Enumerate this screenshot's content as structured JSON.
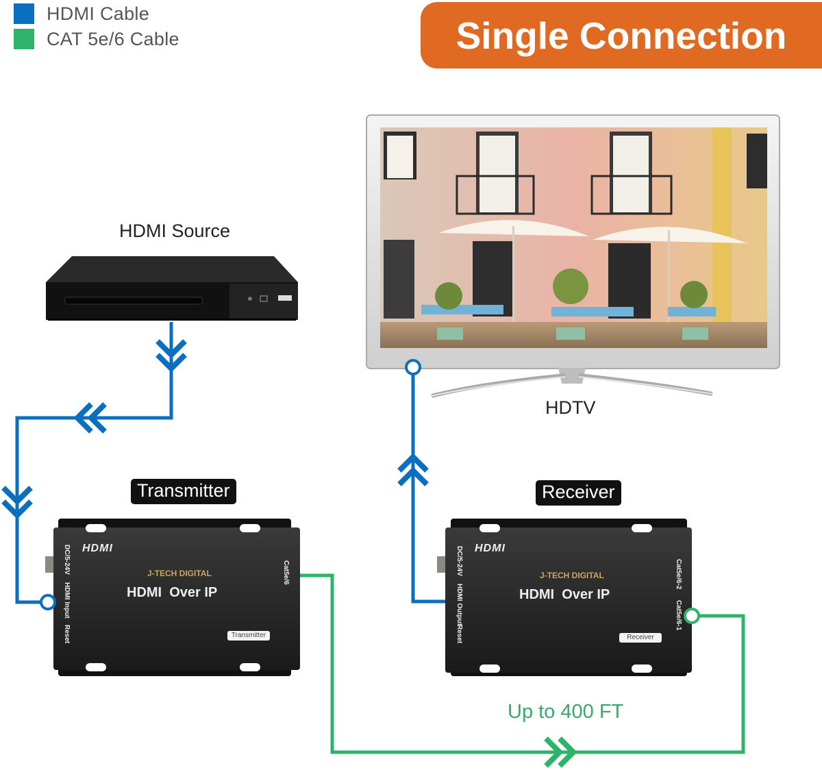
{
  "legend": [
    {
      "label": "HDMI Cable",
      "color": "#0b6fbf"
    },
    {
      "label": "CAT 5e/6 Cable",
      "color": "#2fb36b"
    }
  ],
  "banner": {
    "title": "Single Connection",
    "color": "#e06a22"
  },
  "labels": {
    "source": "HDMI Source",
    "tv": "HDTV",
    "transmitter": "Transmitter",
    "receiver": "Receiver",
    "distance": "Up to 400 FT"
  },
  "transmitter_unit": {
    "brand_logo": "HDMI",
    "maker": "J-TECH DIGITAL",
    "model": "HDMI  Over IP",
    "badge": "Transmitter",
    "left_ports": [
      "DC/5-24V",
      "HDMI Input",
      "Reset"
    ],
    "right_port": "Cat5e/6"
  },
  "receiver_unit": {
    "brand_logo": "HDMI",
    "maker": "J-TECH DIGITAL",
    "model": "HDMI  Over IP",
    "badge": "Receiver",
    "left_ports": [
      "DC/5-24V",
      "HDMI Output",
      "Reset"
    ],
    "right_ports": [
      "Cat5e/6-2",
      "Cat5e/6-1"
    ]
  },
  "colors": {
    "hdmi": "#0b6fbf",
    "cat": "#2fb36b",
    "device": "#1b1b1b"
  },
  "icons": [
    "blu-ray-player-icon",
    "tv-icon",
    "chevron-arrow-icon"
  ]
}
